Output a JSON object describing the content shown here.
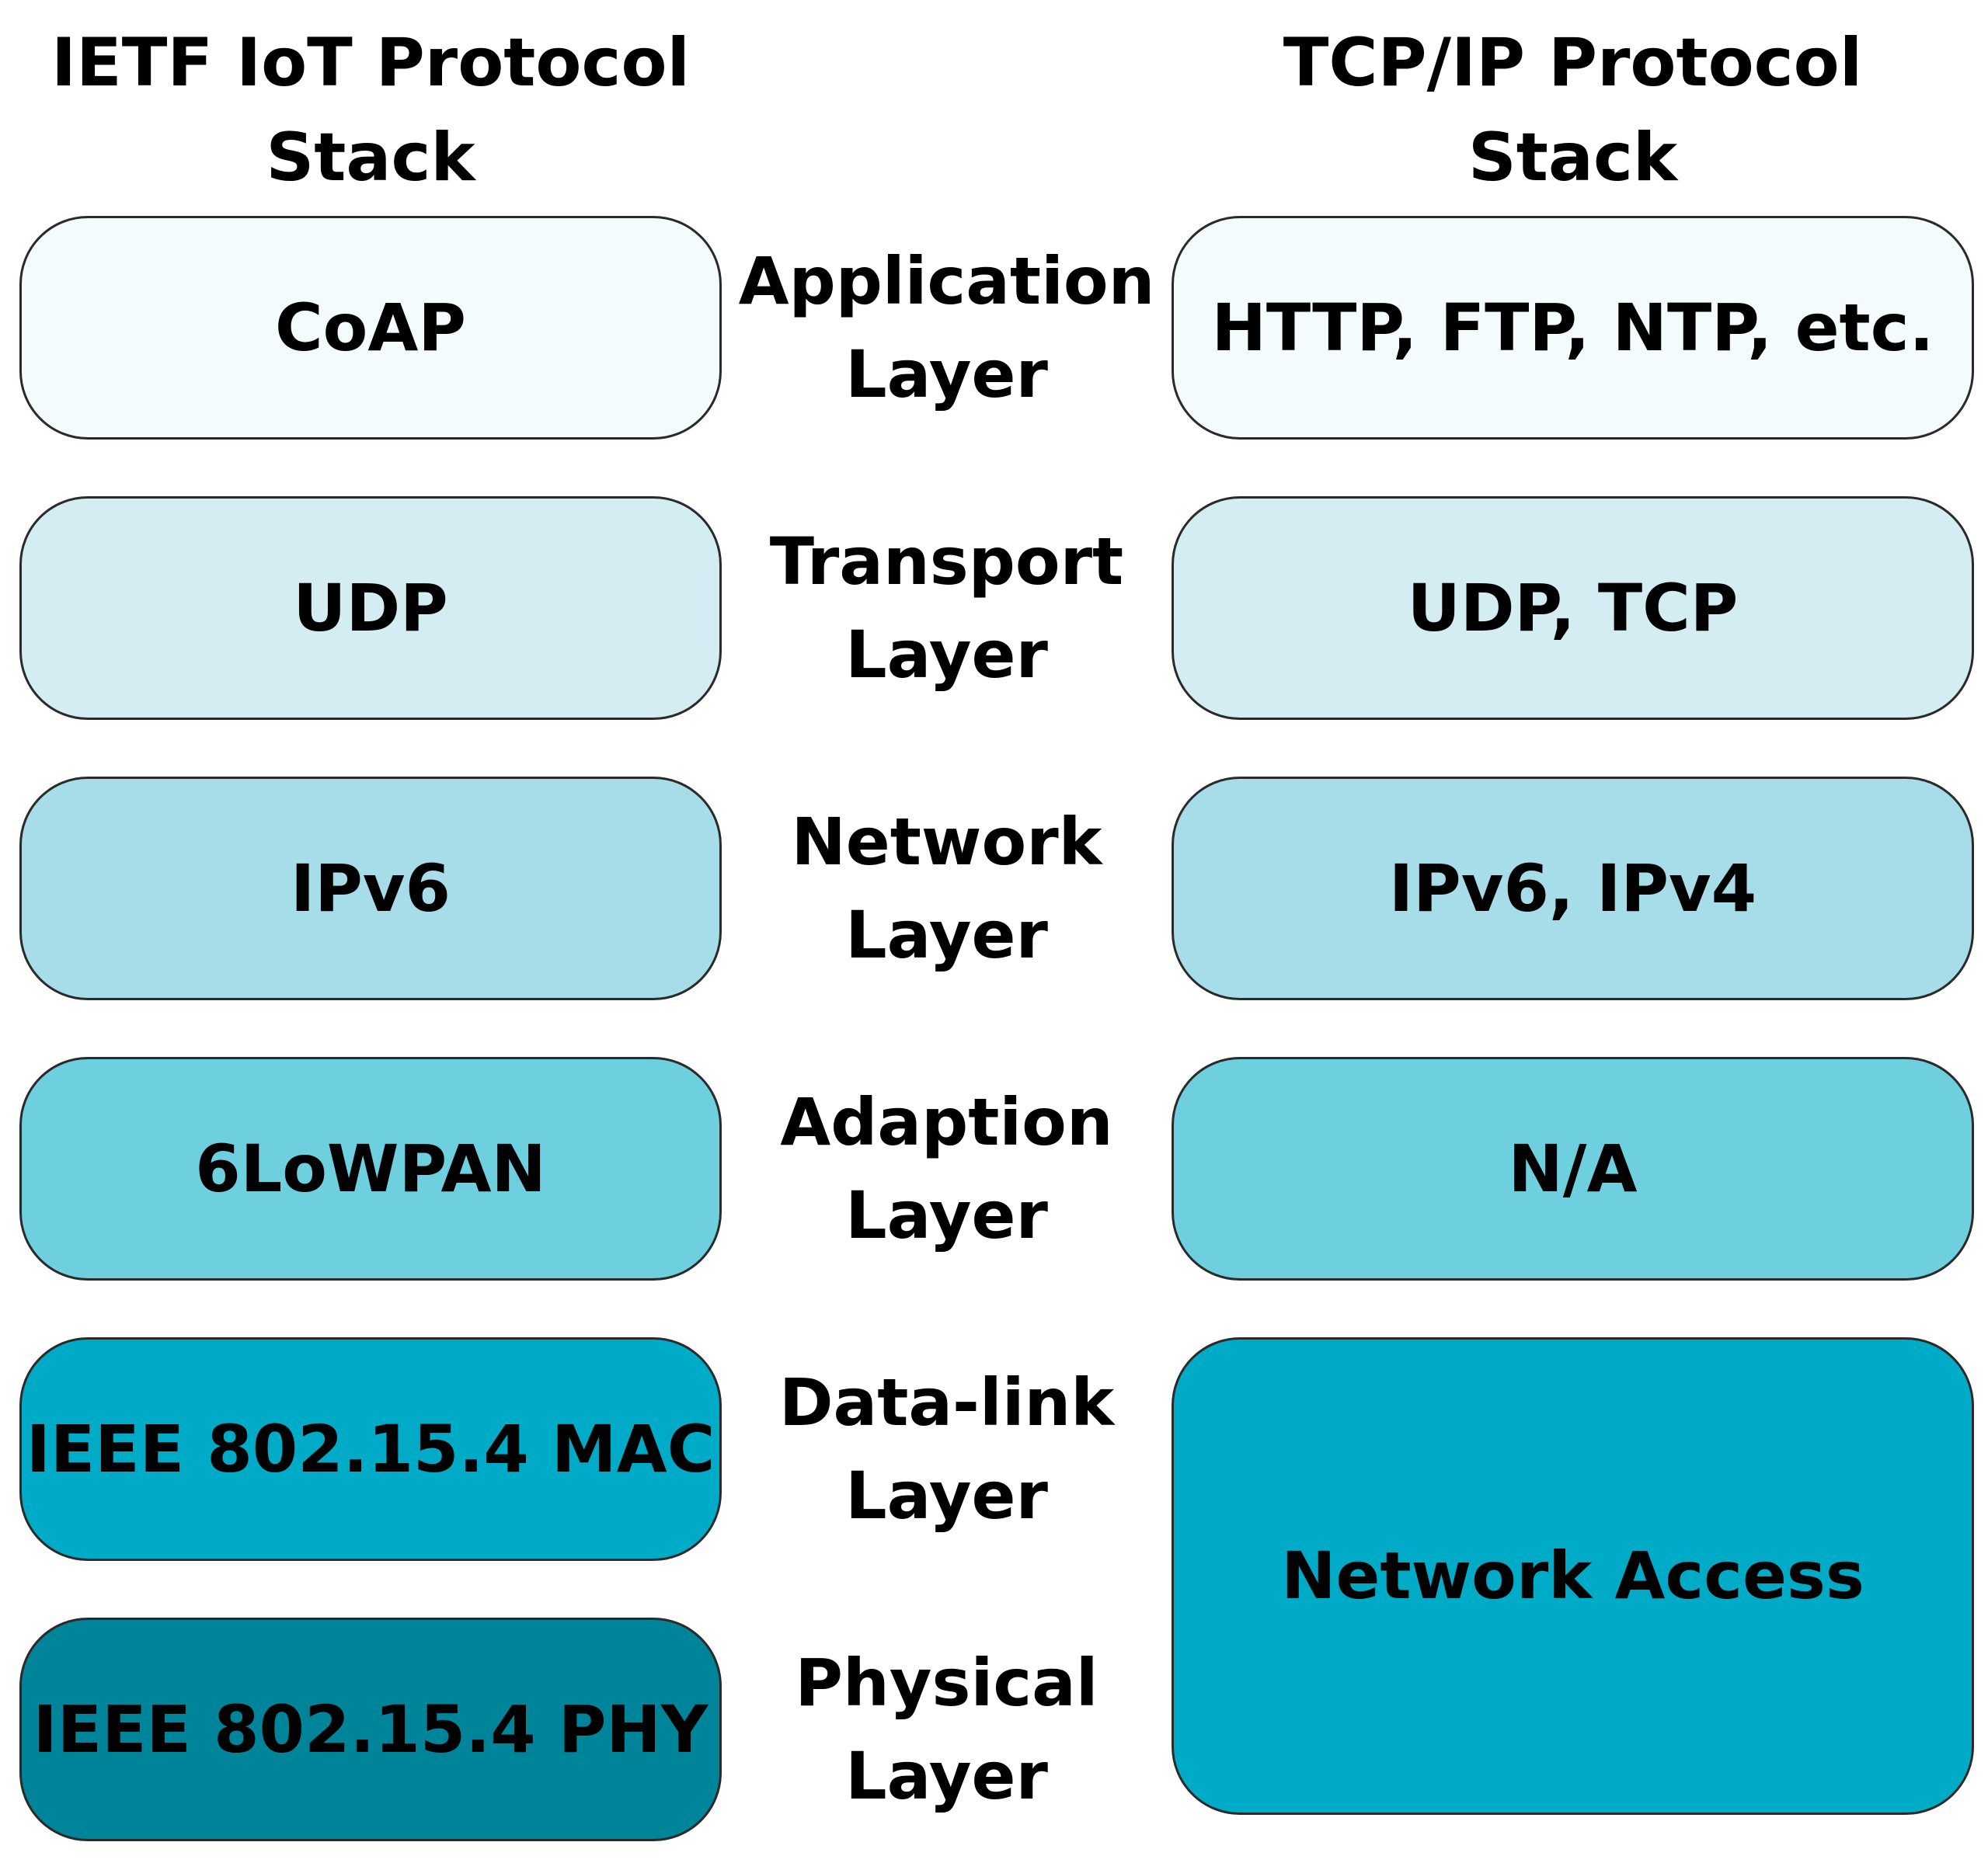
{
  "headings": {
    "left": "IETF IoT Protocol\nStack",
    "right": "TCP/IP Protocol\nStack"
  },
  "layers": [
    {
      "label": "Application\nLayer",
      "ietf": "CoAP",
      "tcpip": "HTTP, FTP, NTP, etc."
    },
    {
      "label": "Transport\nLayer",
      "ietf": "UDP",
      "tcpip": "UDP, TCP"
    },
    {
      "label": "Network\nLayer",
      "ietf": "IPv6",
      "tcpip": "IPv6, IPv4"
    },
    {
      "label": "Adaption\nLayer",
      "ietf": "6LoWPAN",
      "tcpip": "N/A"
    },
    {
      "label": "Data-link\nLayer",
      "ietf": "IEEE 802.15.4 MAC"
    },
    {
      "label": "Physical\nLayer",
      "ietf": "IEEE 802.15.4 PHY"
    }
  ],
  "tcpip_merged": "Network Access",
  "colors": {
    "application": "#f4fbfc",
    "transport": "#d4edf3",
    "network": "#a6dde8",
    "adaption": "#6ecfde",
    "datalink": "#00abc7",
    "physical": "#00849a"
  }
}
